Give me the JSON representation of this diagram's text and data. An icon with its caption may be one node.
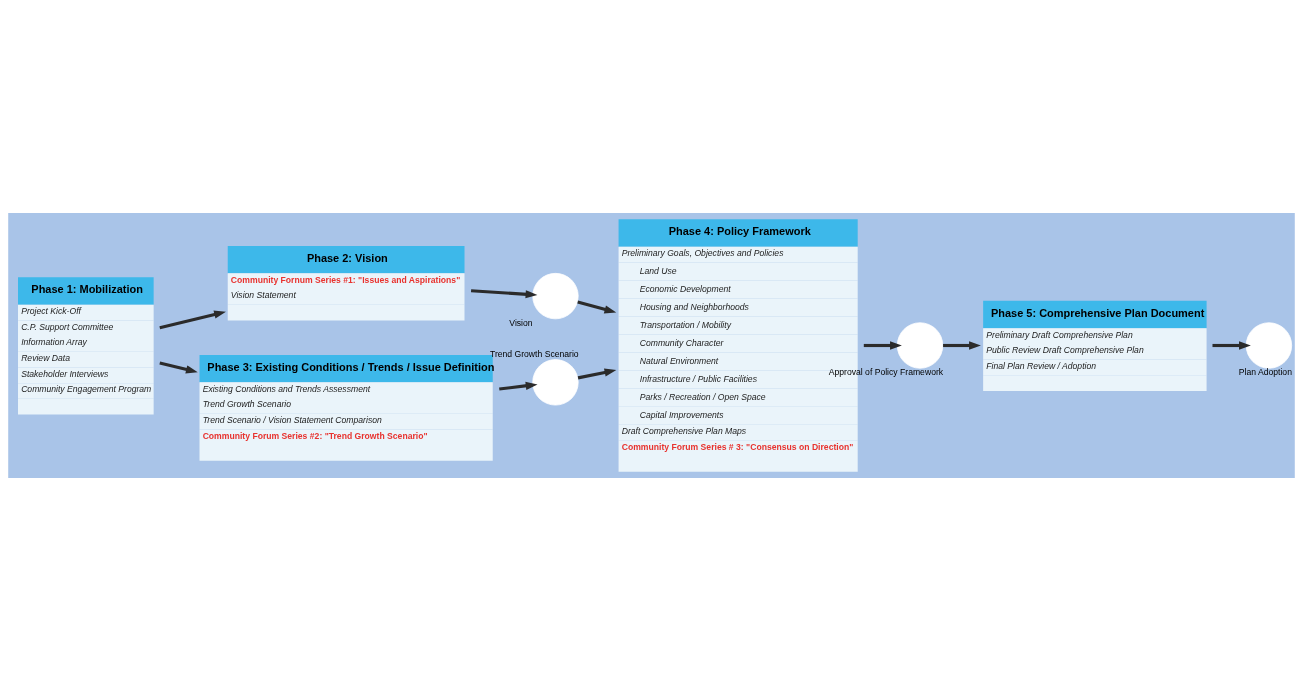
{
  "diagram": {
    "nodes": [
      {
        "text": [
          "Phase 1: Mobilization",
          "Project Kick-Off",
          "C.P. Support Committee",
          "Information Array",
          "Review Data",
          "Stakeholder Interviews",
          "Community Engagement Program"
        ]
      },
      {
        "text": [
          "Phase 2: Vision",
          "Community Fornum Series #1: \"Issues and Aspirations\"",
          "Vision Statement"
        ]
      },
      {
        "text": [
          "Phase 3: Existing Conditions / Trends / Issue Definition",
          "Existing Conditions and Trends Assessment",
          "Trend Growth Scenario",
          "Trend Scenario / Vision Statement Comparison",
          "Community Forum Series #2: \"Trend Growth Scenario\""
        ]
      },
      {
        "text": [
          "Vision"
        ]
      },
      {
        "text": [
          "Trend Growth Scenario"
        ]
      },
      {
        "text": [
          "Phase 4: Policy Framework",
          "Preliminary Goals, Objectives and Policies",
          "Land Use",
          "Economic Development",
          "Housing and Neighborhoods",
          "Transportation / Mobility",
          "Community Character",
          "Natural Environment",
          "Infrastructure / Public Facilities",
          "Parks / Recreation / Open Space",
          "Capital Improvements",
          "Draft Comprehensive Plan Maps",
          "Community Forum Series # 3: \"Consensus on Direction\""
        ]
      },
      {
        "text": [
          "Approval of Policy Framework"
        ]
      },
      {
        "text": [
          "Phase 5: Comprehensive Plan Document",
          "Preliminary Draft Comprehensive Plan",
          "Public Review Draft Comprehensive Plan",
          "Final Plan Review / Adoption"
        ]
      },
      {
        "text": [
          "Plan Adoption"
        ]
      }
    ],
    "edges": [
      {
        "from": 0,
        "to": 1,
        "arrow": "to"
      },
      {
        "from": 0,
        "to": 2,
        "arrow": "to"
      },
      {
        "from": 1,
        "to": 3,
        "arrow": "to"
      },
      {
        "from": 2,
        "to": 4,
        "arrow": "to"
      },
      {
        "from": 3,
        "to": 5,
        "arrow": "to"
      },
      {
        "from": 4,
        "to": 5,
        "arrow": "to"
      },
      {
        "from": 5,
        "to": 6,
        "arrow": "to"
      },
      {
        "from": 6,
        "to": 7,
        "arrow": "to"
      },
      {
        "from": 7,
        "to": 8,
        "arrow": "to"
      }
    ]
  }
}
